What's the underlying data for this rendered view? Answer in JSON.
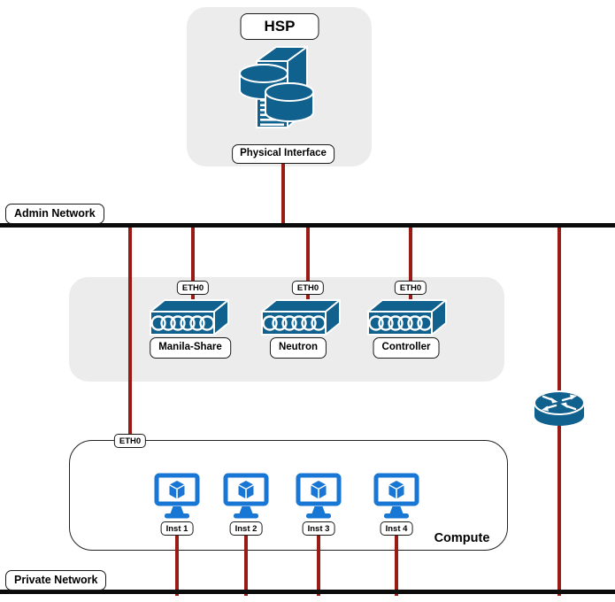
{
  "colors": {
    "device_blue": "#11618E",
    "monitor_blue": "#1877D4",
    "wire_red": "#991B15",
    "bus_black": "#0B0B0B",
    "panel_gray": "#ECECEC"
  },
  "hsp_panel": {
    "title": "HSP",
    "interface_label": "Physical Interface",
    "icon": "storage-server-icon"
  },
  "admin_network": {
    "label": "Admin Network"
  },
  "switch_panel": {
    "switches": [
      {
        "port": "ETH0",
        "name": "Manila-Share",
        "icon": "switch-icon"
      },
      {
        "port": "ETH0",
        "name": "Neutron",
        "icon": "switch-icon"
      },
      {
        "port": "ETH0",
        "name": "Controller",
        "icon": "switch-icon"
      }
    ]
  },
  "router": {
    "icon": "router-icon"
  },
  "compute_panel": {
    "port": "ETH0",
    "label": "Compute",
    "instances": [
      "Inst 1",
      "Inst 2",
      "Inst 3",
      "Inst 4"
    ],
    "instance_icon": "vm-monitor-icon"
  },
  "private_network": {
    "label": "Private Network"
  }
}
